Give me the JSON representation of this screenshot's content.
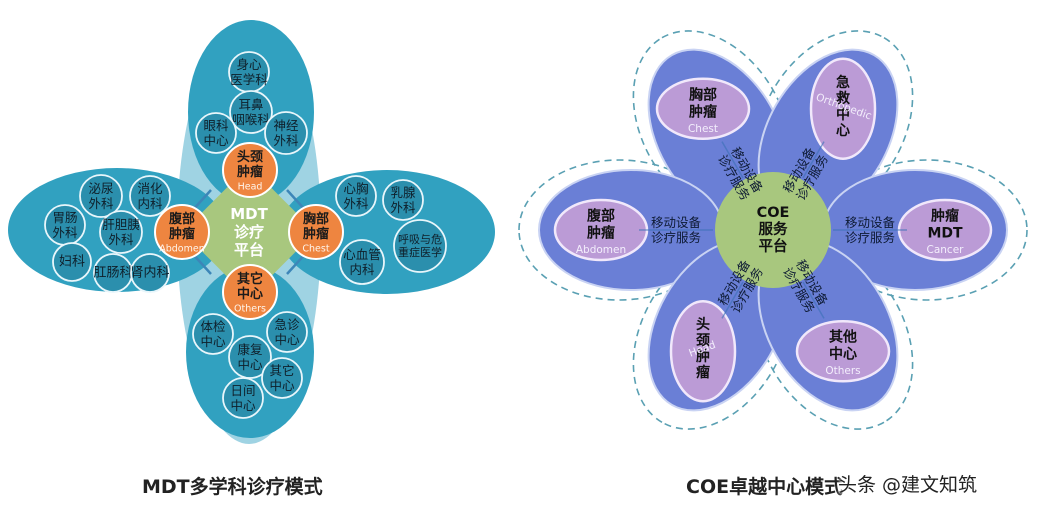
{
  "mdt": {
    "caption": "MDT多学科诊疗模式",
    "center": [
      "MDT",
      "诊疗",
      "平台"
    ],
    "colors": {
      "center": "#a8c77e",
      "lobe": "#31a1c0",
      "halo": "#9fd3e3",
      "hub": "#ee8540",
      "clinic": "#2b8fad"
    },
    "hubs": [
      {
        "id": "head",
        "cn": [
          "头颈",
          "肿瘤"
        ],
        "en": "Head"
      },
      {
        "id": "abdomen",
        "cn": [
          "腹部",
          "肿瘤"
        ],
        "en": "Abdomen"
      },
      {
        "id": "chest",
        "cn": [
          "胸部",
          "肿瘤"
        ],
        "en": "Chest"
      },
      {
        "id": "others",
        "cn": [
          "其它",
          "中心"
        ],
        "en": "Others"
      }
    ],
    "clinics": [
      {
        "id": "psych",
        "lines": [
          "身心",
          "医学科"
        ]
      },
      {
        "id": "ent",
        "lines": [
          "耳鼻",
          "咽喉科"
        ]
      },
      {
        "id": "eye",
        "lines": [
          "眼科",
          "中心"
        ]
      },
      {
        "id": "neuro",
        "lines": [
          "神经",
          "外科"
        ]
      },
      {
        "id": "uro",
        "lines": [
          "泌尿",
          "外科"
        ]
      },
      {
        "id": "gi-med",
        "lines": [
          "消化",
          "内科"
        ]
      },
      {
        "id": "gi-surg",
        "lines": [
          "胃肠",
          "外科"
        ]
      },
      {
        "id": "hpb",
        "lines": [
          "肝胆胰",
          "外科"
        ]
      },
      {
        "id": "gyn",
        "lines": [
          "妇科"
        ]
      },
      {
        "id": "colorectal",
        "lines": [
          "肛肠科"
        ]
      },
      {
        "id": "nephro",
        "lines": [
          "肾内科"
        ]
      },
      {
        "id": "thorsurg",
        "lines": [
          "心胸",
          "外科"
        ]
      },
      {
        "id": "breast",
        "lines": [
          "乳腺",
          "外科"
        ]
      },
      {
        "id": "cardio",
        "lines": [
          "心血管",
          "内科"
        ]
      },
      {
        "id": "icu",
        "lines": [
          "呼吸与危",
          "重症医学"
        ]
      },
      {
        "id": "checkup",
        "lines": [
          "体检",
          "中心"
        ]
      },
      {
        "id": "emerg",
        "lines": [
          "急诊",
          "中心"
        ]
      },
      {
        "id": "rehab",
        "lines": [
          "康复",
          "中心"
        ]
      },
      {
        "id": "other-center",
        "lines": [
          "其它",
          "中心"
        ]
      },
      {
        "id": "daycare",
        "lines": [
          "日间",
          "中心"
        ]
      }
    ]
  },
  "coe": {
    "caption": "COE卓越中心模式",
    "center": [
      "COE",
      "服务",
      "平台"
    ],
    "service": [
      "移动设备",
      "诊疗服务"
    ],
    "colors": {
      "center": "#a8c77e",
      "petal": "#6a7fd6",
      "inner": "#bb9bd6",
      "dash": "#5aa0b3"
    },
    "petals": [
      {
        "id": "chest",
        "cn": [
          "胸部",
          "肿瘤"
        ],
        "en": "Chest"
      },
      {
        "id": "emergency",
        "cn": [
          "急",
          "救",
          "中",
          "心"
        ],
        "en": "Orthopedic"
      },
      {
        "id": "abdomen",
        "cn": [
          "腹部",
          "肿瘤"
        ],
        "en": "Abdomen"
      },
      {
        "id": "cancer",
        "cn": [
          "肿瘤",
          "MDT"
        ],
        "en": "Cancer"
      },
      {
        "id": "head",
        "cn": [
          "头",
          "颈",
          "肿",
          "瘤"
        ],
        "en": "Head"
      },
      {
        "id": "others",
        "cn": [
          "其他",
          "中心"
        ],
        "en": "Others"
      }
    ]
  },
  "watermark": "头条 @建文知筑"
}
